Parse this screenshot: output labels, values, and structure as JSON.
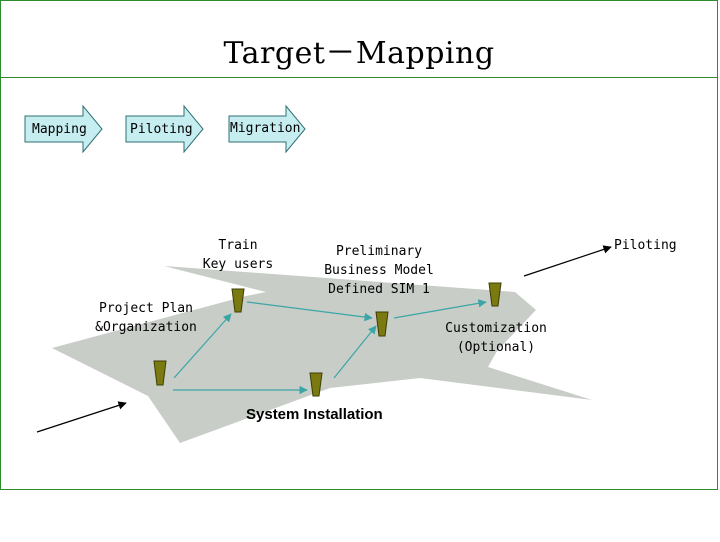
{
  "title": "Target－Mapping",
  "phases": [
    {
      "label": "Mapping"
    },
    {
      "label": "Piloting"
    },
    {
      "label": "Migration"
    }
  ],
  "milestones": {
    "project_plan": {
      "line1": "Project Plan",
      "line2": "&Organization"
    },
    "train": {
      "line1": "Train",
      "line2": "Key users"
    },
    "preliminary": {
      "line1": "Preliminary",
      "line2": "Business Model",
      "line3": "Defined SIM 1"
    },
    "customization": {
      "line1": "Customization",
      "line2": "(Optional)"
    }
  },
  "system_installation": "System Installation",
  "next_phase": "Piloting",
  "colors": {
    "frame": "#2e8b2e",
    "phase_arrow_fill": "#c6eef0",
    "phase_arrow_stroke": "#2f6f72",
    "road_fill": "#c8cdc8",
    "marker_fill": "#7a7a10",
    "connector": "#3aa6a6"
  }
}
